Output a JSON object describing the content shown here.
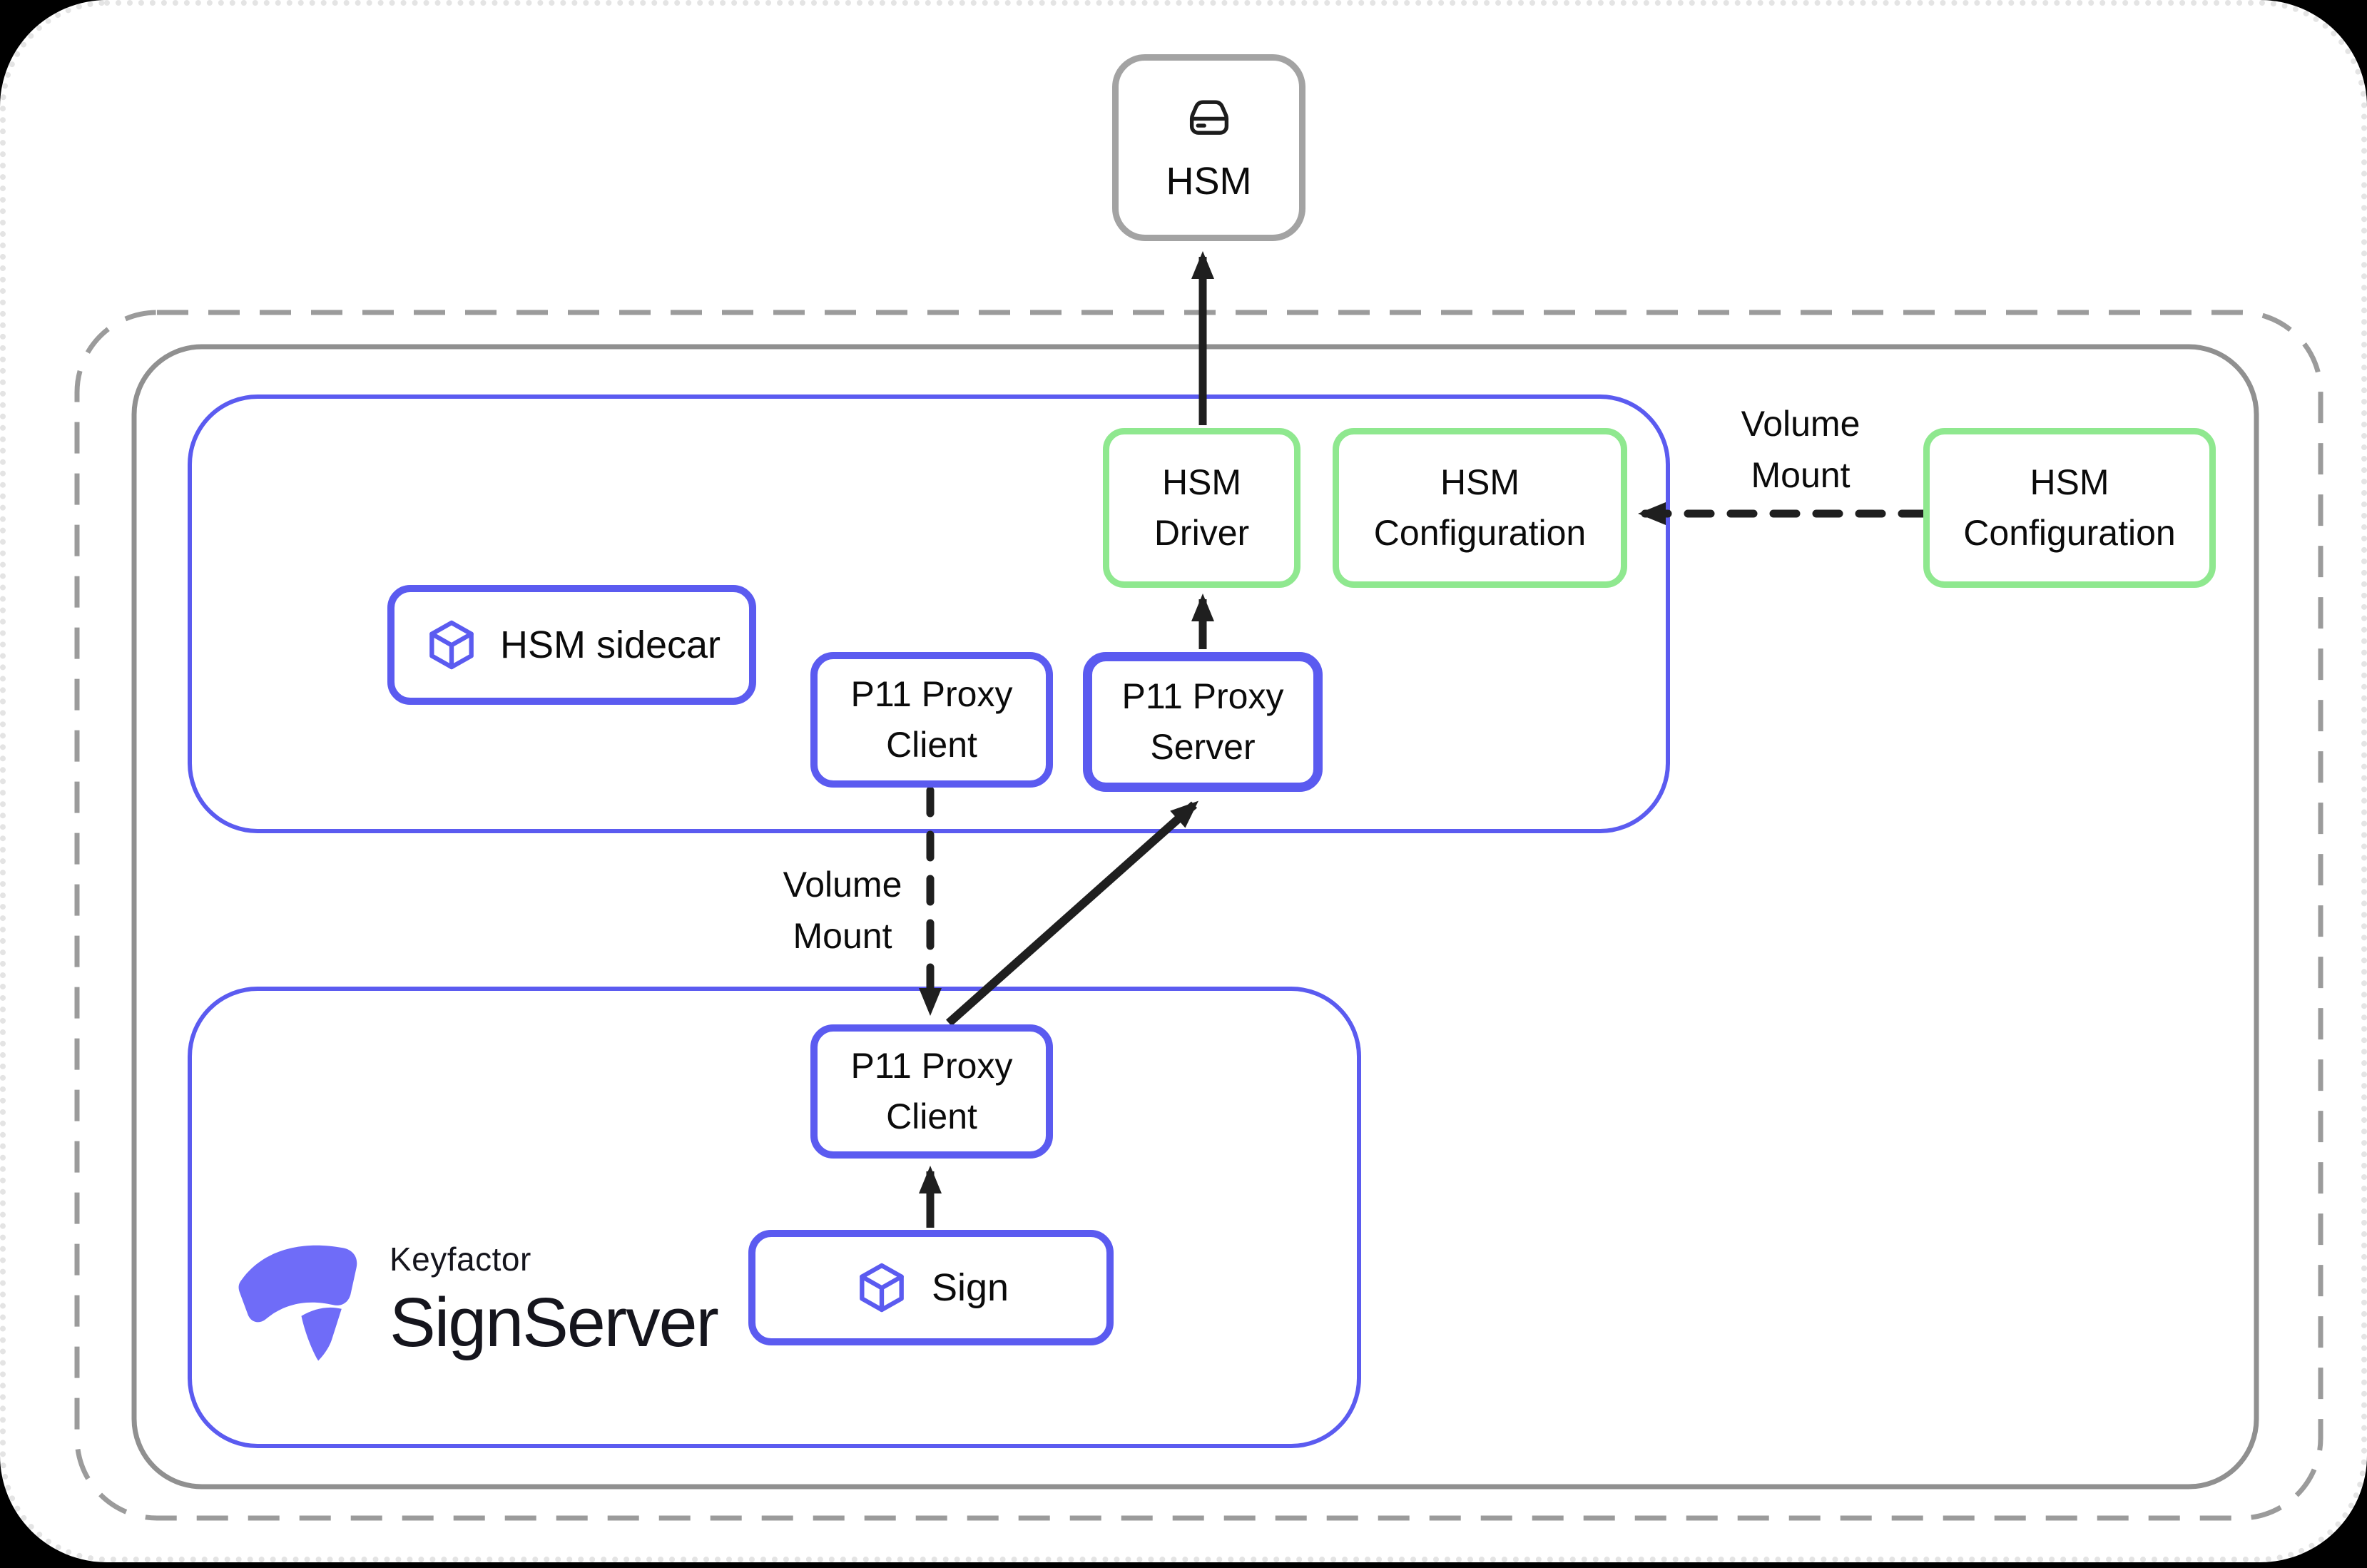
{
  "colors": {
    "blue": "#5b5bf0",
    "green": "#8fe88f",
    "box_gray": "#a3a3a3",
    "boundary_solid": "#909090",
    "boundary_dashed": "#9b9b9b",
    "arrow": "#1f1f1f",
    "canvas_dotted": "#e4e4e4",
    "logo_gradient_start": "#4a43d9",
    "logo_gradient_end": "#6f6cf8"
  },
  "hsm": {
    "label": "HSM"
  },
  "boxes": {
    "hsm_driver": {
      "line1": "HSM",
      "line2": "Driver"
    },
    "hsm_config_sidecar": {
      "line1": "HSM",
      "line2": "Configuration"
    },
    "hsm_config_external": {
      "line1": "HSM",
      "line2": "Configuration"
    },
    "hsm_sidecar": {
      "label": "HSM sidecar"
    },
    "p11_client_sidecar": {
      "line1": "P11 Proxy",
      "line2": "Client"
    },
    "p11_server": {
      "line1": "P11 Proxy",
      "line2": "Server"
    },
    "p11_client_signserver": {
      "line1": "P11 Proxy",
      "line2": "Client"
    },
    "sign": {
      "label": "Sign"
    }
  },
  "labels": {
    "volume_mount_external": {
      "line1": "Volume",
      "line2": "Mount"
    },
    "volume_mount_pods": {
      "line1": "Volume",
      "line2": "Mount"
    }
  },
  "logo": {
    "brand": "Keyfactor",
    "product": "SignServer"
  }
}
